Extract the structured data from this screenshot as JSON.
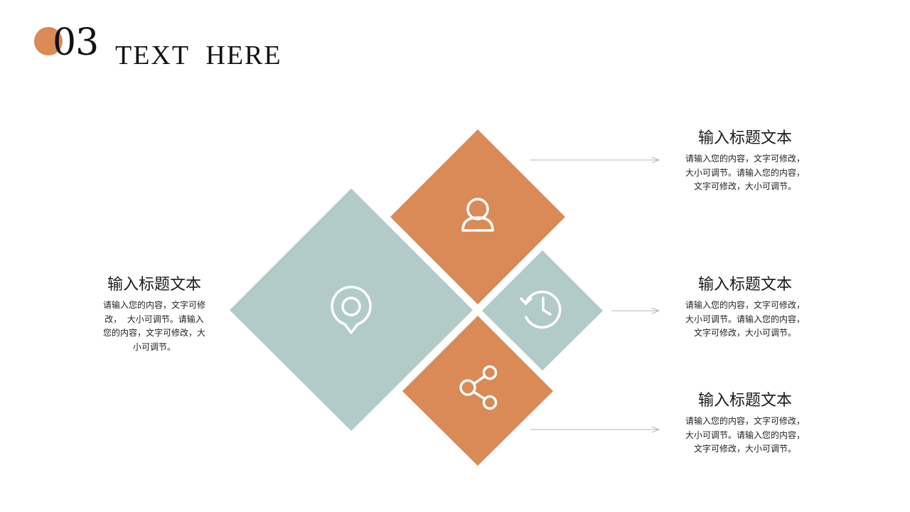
{
  "header": {
    "section_number": "03",
    "title": "TEXT  HERE"
  },
  "colors": {
    "orange": "#d98a57",
    "teal": "#b2cbc8",
    "connector": "#b5b5b5"
  },
  "diagram": {
    "shapes": [
      {
        "name": "location-diamond",
        "color": "teal",
        "icon": "location-pin-icon"
      },
      {
        "name": "user-diamond",
        "color": "orange",
        "icon": "user-icon"
      },
      {
        "name": "history-diamond",
        "color": "teal",
        "icon": "history-clock-icon"
      },
      {
        "name": "share-diamond",
        "color": "orange",
        "icon": "share-icon"
      }
    ]
  },
  "blocks": {
    "left": {
      "title": "输入标题文本",
      "lines": [
        "请输入您的内容，文字可修",
        "改，  大小可调节。请输入",
        "您的内容，文字可修改，大",
        "小可调节。"
      ]
    },
    "right_top": {
      "title": "输入标题文本",
      "lines": [
        "请输入您的内容，文字可修改，",
        "大小可调节。请输入您的内容，",
        "文字可修改，大小可调节。"
      ]
    },
    "right_mid": {
      "title": "输入标题文本",
      "lines": [
        "请输入您的内容，文字可修改，",
        "大小可调节。请输入您的内容，",
        "文字可修改，大小可调节。"
      ]
    },
    "right_bottom": {
      "title": "输入标题文本",
      "lines": [
        "请输入您的内容，文字可修改，",
        "大小可调节。请输入您的内容，",
        "文字可修改，大小可调节。"
      ]
    }
  }
}
